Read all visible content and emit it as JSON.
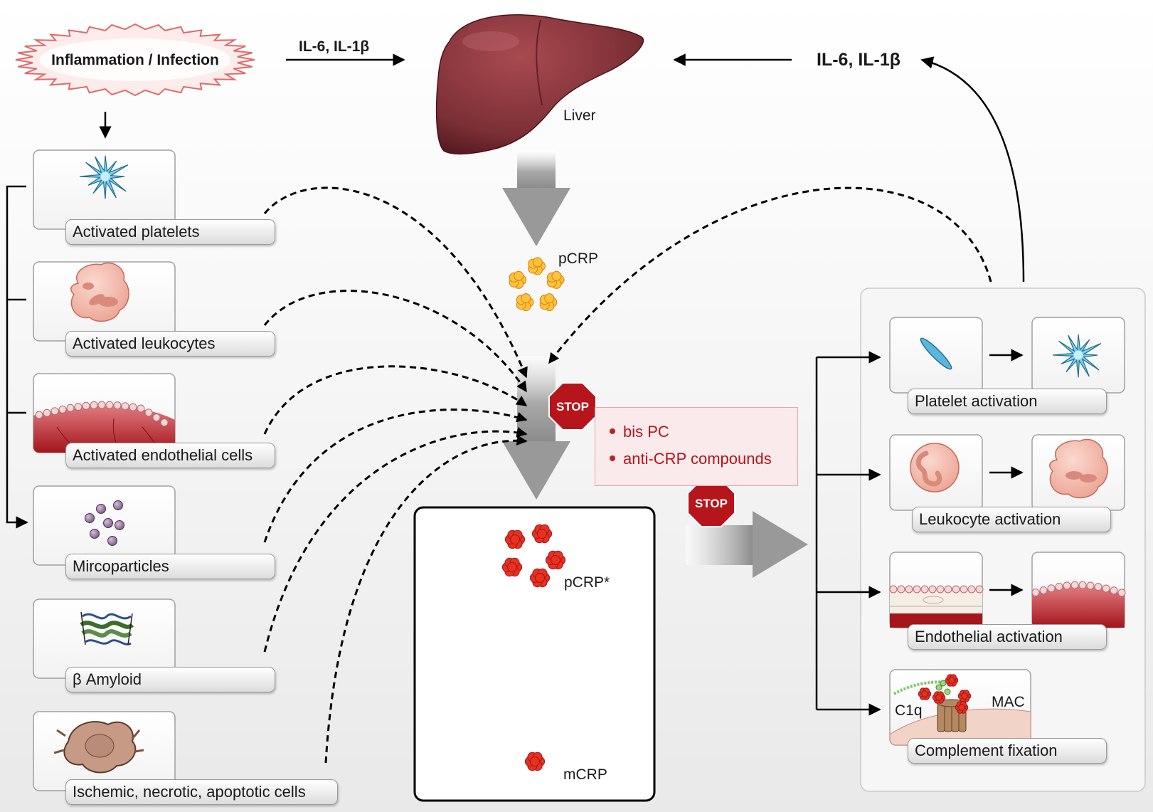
{
  "inflammation": {
    "label": "Inflammation / Infection"
  },
  "cytokines_top": "IL-6, IL-1β",
  "cytokines_feedback": "IL-6, IL-1β",
  "liver": {
    "label": "Liver"
  },
  "pcrp": {
    "label": "pCRP"
  },
  "pcrp_star": {
    "label": "pCRP*"
  },
  "mcrp": {
    "label": "mCRP"
  },
  "triggers": [
    {
      "label": "Activated platelets",
      "icon": "activated-platelet-icon"
    },
    {
      "label": "Activated leukocytes",
      "icon": "activated-leukocyte-icon"
    },
    {
      "label": "Activated endothelial cells",
      "icon": "endothelium-icon"
    },
    {
      "label": "Mircoparticles",
      "icon": "microparticles-icon"
    },
    {
      "label": "β Amyloid",
      "icon": "beta-amyloid-icon"
    },
    {
      "label": "Ischemic, necrotic, apoptotic cells",
      "icon": "necrotic-cell-icon"
    }
  ],
  "stop_label": "STOP",
  "inhibitors": [
    "bis PC",
    "anti-CRP compounds"
  ],
  "effects": [
    {
      "label": "Platelet activation"
    },
    {
      "label": "Leukocyte activation"
    },
    {
      "label": "Endothelial activation"
    },
    {
      "label": "Complement fixation",
      "sublabels": [
        "C1q",
        "MAC"
      ]
    }
  ],
  "colors": {
    "liver": "#7a3036",
    "inflammation_border": "#e06a6a",
    "stop_sign": "#b7151c",
    "crp_orange": "#f5a623",
    "crp_red": "#e0291f",
    "platelet_blue": "#5bb8dd",
    "leukocyte_pink": "#f2b7a8",
    "endothelium_red": "#a5151c",
    "gray_arrow": "#9a9a9a"
  }
}
